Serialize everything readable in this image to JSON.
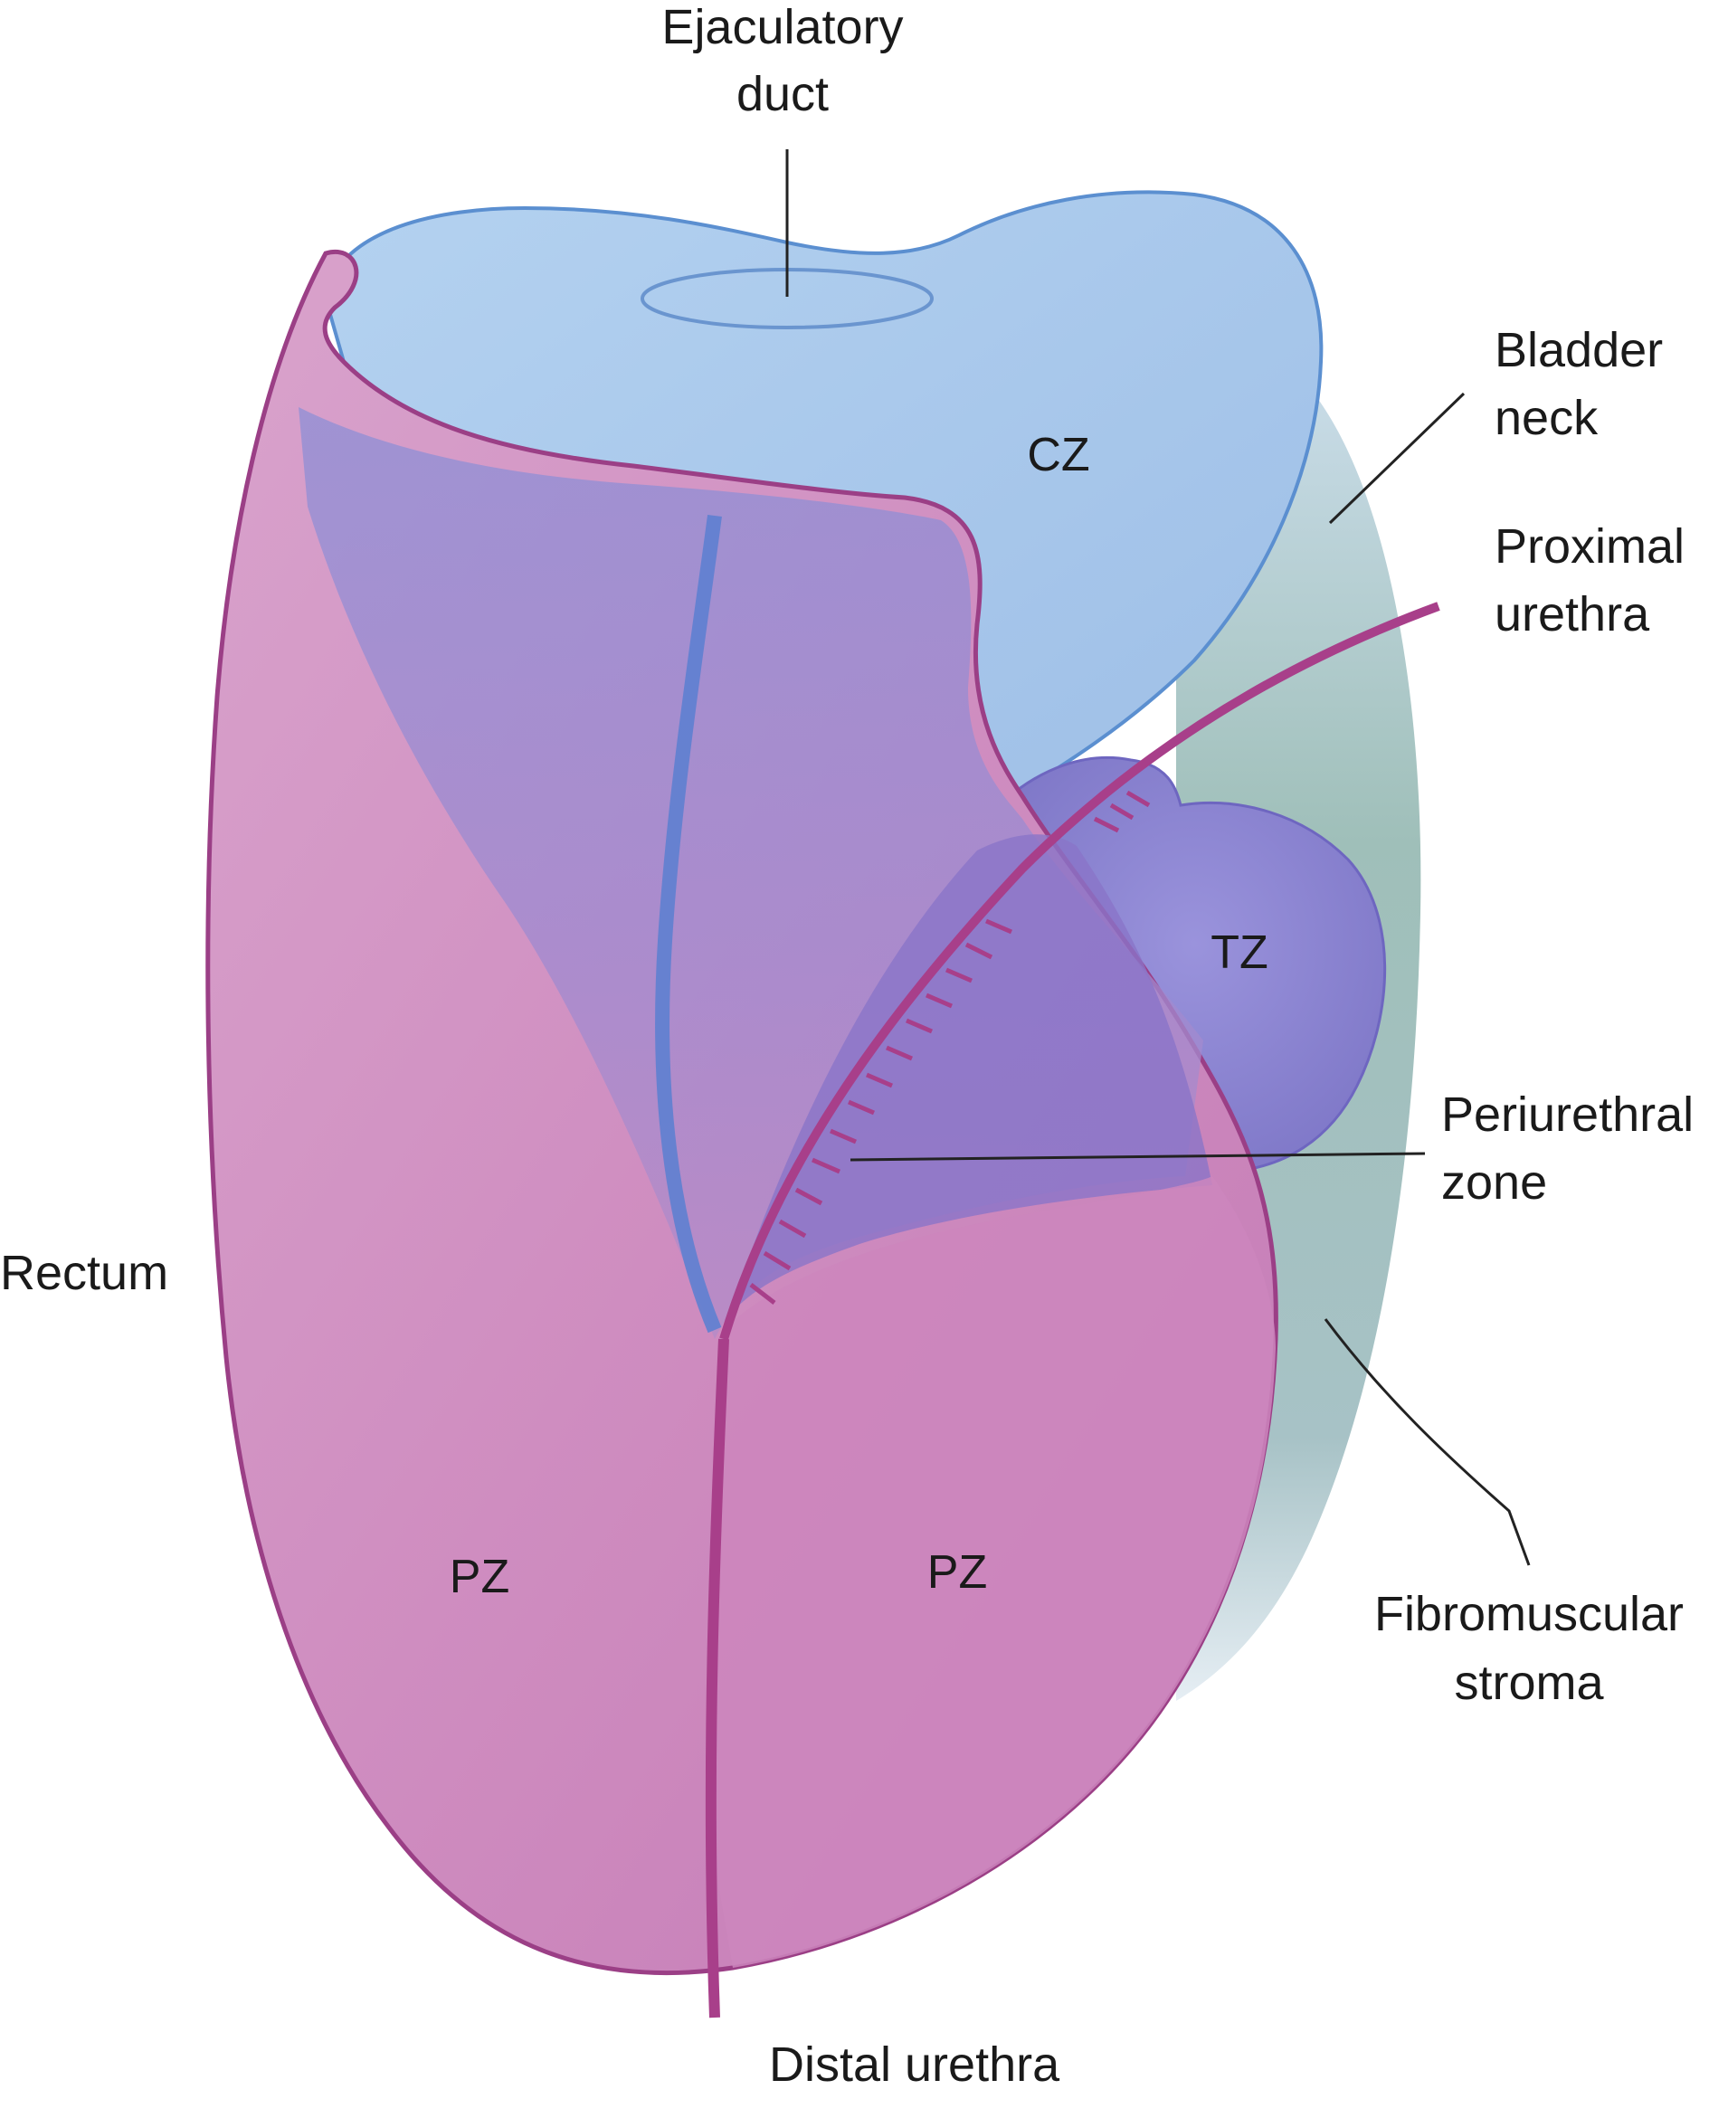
{
  "labels": {
    "ejaculatory_duct": [
      "Ejaculatory",
      "duct"
    ],
    "bladder_neck": [
      "Bladder",
      "neck"
    ],
    "proximal_urethra": [
      "Proximal",
      "urethra"
    ],
    "periurethral_zone": [
      "Periurethral",
      "zone"
    ],
    "rectum": "Rectum",
    "fibromuscular_stroma": [
      "Fibromuscular",
      "stroma"
    ],
    "distal_urethra": "Distal urethra"
  },
  "zones": {
    "central": "CZ",
    "transition": "TZ",
    "peripheral_left": "PZ",
    "peripheral_right": "PZ"
  },
  "colors": {
    "central_zone_fill": "#a9c9ec",
    "central_zone_stroke": "#5b8fd0",
    "peripheral_zone_fill": "#d08dc0",
    "peripheral_zone_stroke": "#9b3f86",
    "transition_zone_fill": "#8f86d0",
    "stroma_fill": "#9dbcb6",
    "urethra": "#a83f8a",
    "leader_line": "#222222"
  }
}
